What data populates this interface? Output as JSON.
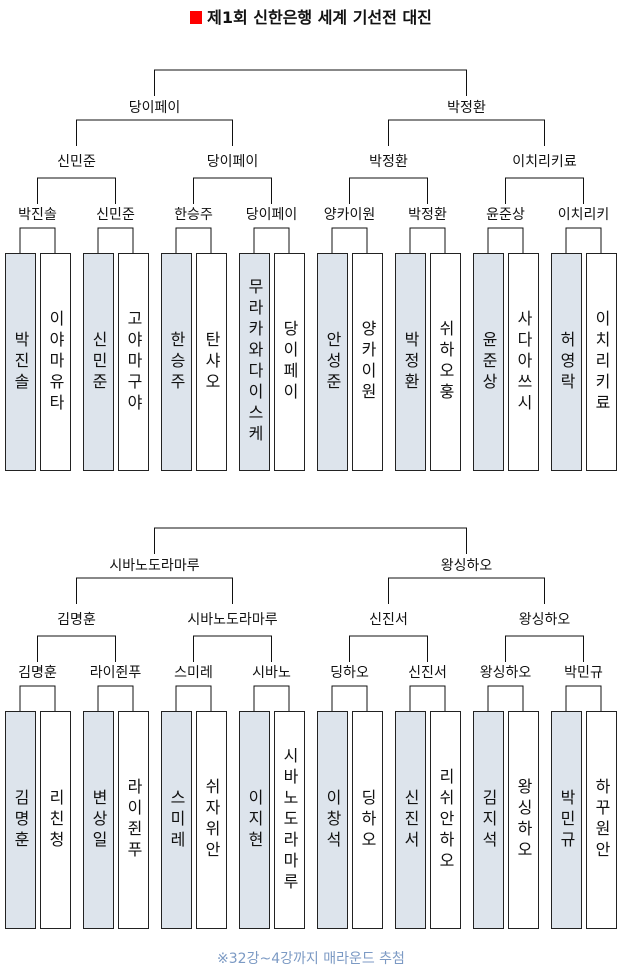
{
  "title": "제1회 신한은행 세계 기선전 대진",
  "footer": "※32강~4강까지 매라운드 추첨",
  "colors": {
    "title_square": "#ff0000",
    "winner_fill": "#dde4ec",
    "footer": "#7c9ac4"
  },
  "brackets": [
    {
      "semis": [
        "당이페이",
        "박정환"
      ],
      "quarters": [
        "신민준",
        "당이페이",
        "박정환",
        "이치리키료"
      ],
      "r16": [
        "박진솔",
        "신민준",
        "한승주",
        "당이페이",
        "양카이원",
        "박정환",
        "윤준상",
        "이치리키"
      ],
      "players": [
        "박진솔",
        "이야마유타",
        "신민준",
        "고야마구야",
        "한승주",
        "탄샤오",
        "무라카와다이스케",
        "당이페이",
        "안성준",
        "양카이원",
        "박정환",
        "쉬하오훙",
        "윤준상",
        "사다아쓰시",
        "허영락",
        "이치리키료"
      ]
    },
    {
      "semis": [
        "시바노도라마루",
        "왕싱하오"
      ],
      "quarters": [
        "김명훈",
        "시바노도라마루",
        "신진서",
        "왕싱하오"
      ],
      "r16": [
        "김명훈",
        "라이쥔푸",
        "스미레",
        "시바노",
        "딩하오",
        "신진서",
        "왕싱하오",
        "박민규"
      ],
      "players": [
        "김명훈",
        "리친청",
        "변상일",
        "라이쥔푸",
        "스미레",
        "쉬자위안",
        "이지현",
        "시바노도라마루",
        "이창석",
        "딩하오",
        "신진서",
        "리쉬안하오",
        "김지석",
        "왕싱하오",
        "박민규",
        "하꾸원안"
      ]
    }
  ]
}
